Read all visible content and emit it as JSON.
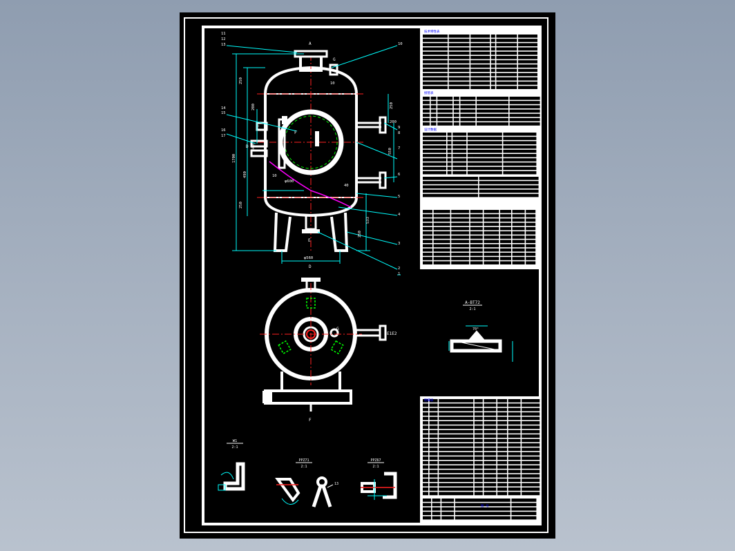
{
  "labels": {
    "view_a": "A",
    "nozzle_g": "G",
    "nozzle_c": "C",
    "nozzle_d": "D",
    "nozzle_f": "F",
    "nozzle_e": "E",
    "view_d_top": "D",
    "view_f_bottom": "F",
    "nozzle_g_small": "G",
    "nozzle_e1e2": "E1E2"
  },
  "callouts": [
    "11",
    "12",
    "13",
    "10",
    "14",
    "15",
    "16",
    "17",
    "9",
    "8",
    "7",
    "6",
    "5",
    "4",
    "3",
    "2",
    "1"
  ],
  "dimensions": {
    "d250_top": "250",
    "d200": "200",
    "d500": "500",
    "d490": "490",
    "d10": "10",
    "d1": "10",
    "d_top_r": "250",
    "d_r1": "550",
    "d_r2": "200",
    "d_base": "250",
    "d_leg": "533",
    "d_leg2": "250",
    "d_dia": "φ600",
    "d_base_w": "φ560",
    "d_40": "40",
    "d_1700": "1700"
  },
  "details": {
    "weld_title": "A-BT72",
    "weld_scale": "2:1",
    "weld_angle": "70°",
    "w1_title": "W1",
    "w1_scale": "2:1",
    "w2_title": "PPZ71",
    "w2_scale": "2:1",
    "w2_callout": "13",
    "w3_title": "PPZ67",
    "w3_scale": "2:1"
  },
  "table_headers": {
    "tech": "技术特性表",
    "nozzle": "接管表",
    "design": "设计数据",
    "parts": "明细表",
    "title_block": "图 号"
  },
  "colors": {
    "background": "#000000",
    "outline": "#ffffff",
    "dimension": "#00ffff",
    "text": "#0000ff",
    "centerline": "#ff2020",
    "hidden": "#ff00ff",
    "weld": "#00ff00"
  }
}
